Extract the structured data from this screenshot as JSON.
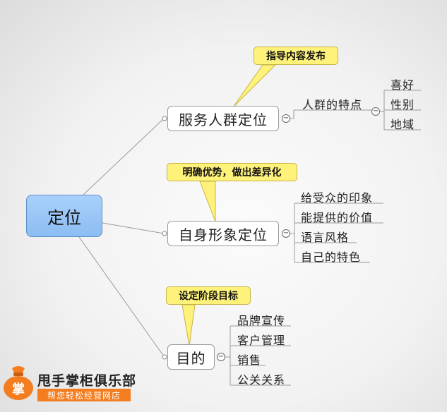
{
  "root": {
    "label": "定位"
  },
  "branches": [
    {
      "label": "服务人群定位",
      "callout": "指导内容发布",
      "children": [
        {
          "label": "人群的特点",
          "children": [
            "喜好",
            "性别",
            "地域"
          ]
        }
      ]
    },
    {
      "label": "自身形象定位",
      "callout": "明确优势，做出差异化",
      "children": [
        "给受众的印象",
        "能提供的价值",
        "语言风格",
        "自己的特色"
      ]
    },
    {
      "label": "目的",
      "callout": "设定阶段目标",
      "children": [
        "品牌宣传",
        "客户管理",
        "销售",
        "公关关系"
      ]
    }
  ],
  "toggle_symbol": "−",
  "logo": {
    "badge_char": "掌",
    "title": "甩手掌柜俱乐部",
    "subtitle": "帮您轻松经营网店"
  },
  "colors": {
    "root_fill": "#9cc6f8",
    "callout_fill": "#fff27a",
    "logo_orange": "#f47d1f"
  }
}
